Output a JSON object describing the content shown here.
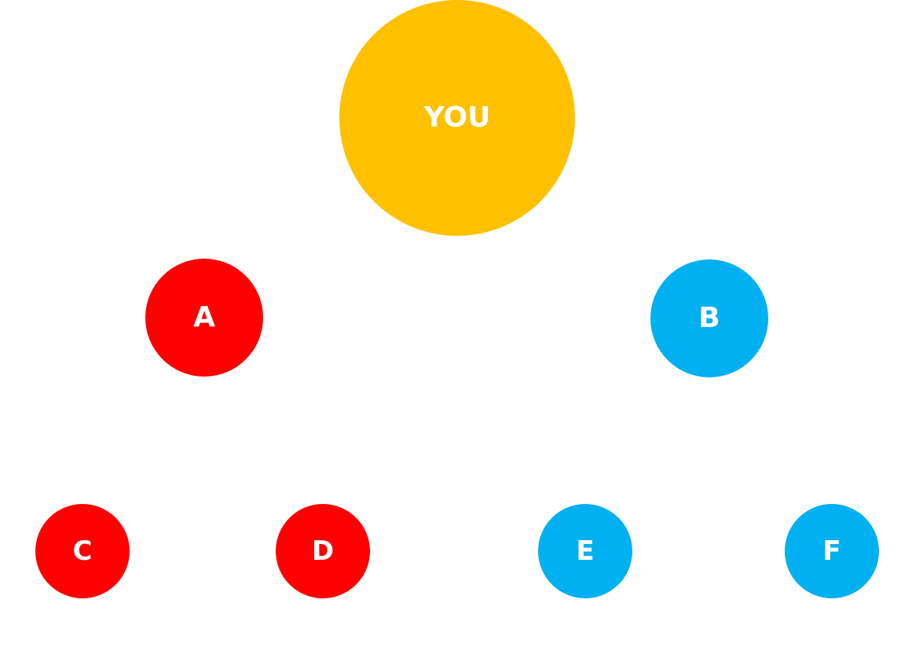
{
  "colors": {
    "root": "#FFC000",
    "red_group": "#FF0000",
    "blue_group": "#00B0F0",
    "label": "#FFFFFF",
    "background": "#FFFFFF"
  },
  "nodes": {
    "you": {
      "label": "YOU",
      "group": "root"
    },
    "a": {
      "label": "A",
      "group": "red_group"
    },
    "b": {
      "label": "B",
      "group": "blue_group"
    },
    "c": {
      "label": "C",
      "group": "red_group"
    },
    "d": {
      "label": "D",
      "group": "red_group"
    },
    "e": {
      "label": "E",
      "group": "blue_group"
    },
    "f": {
      "label": "F",
      "group": "blue_group"
    }
  }
}
